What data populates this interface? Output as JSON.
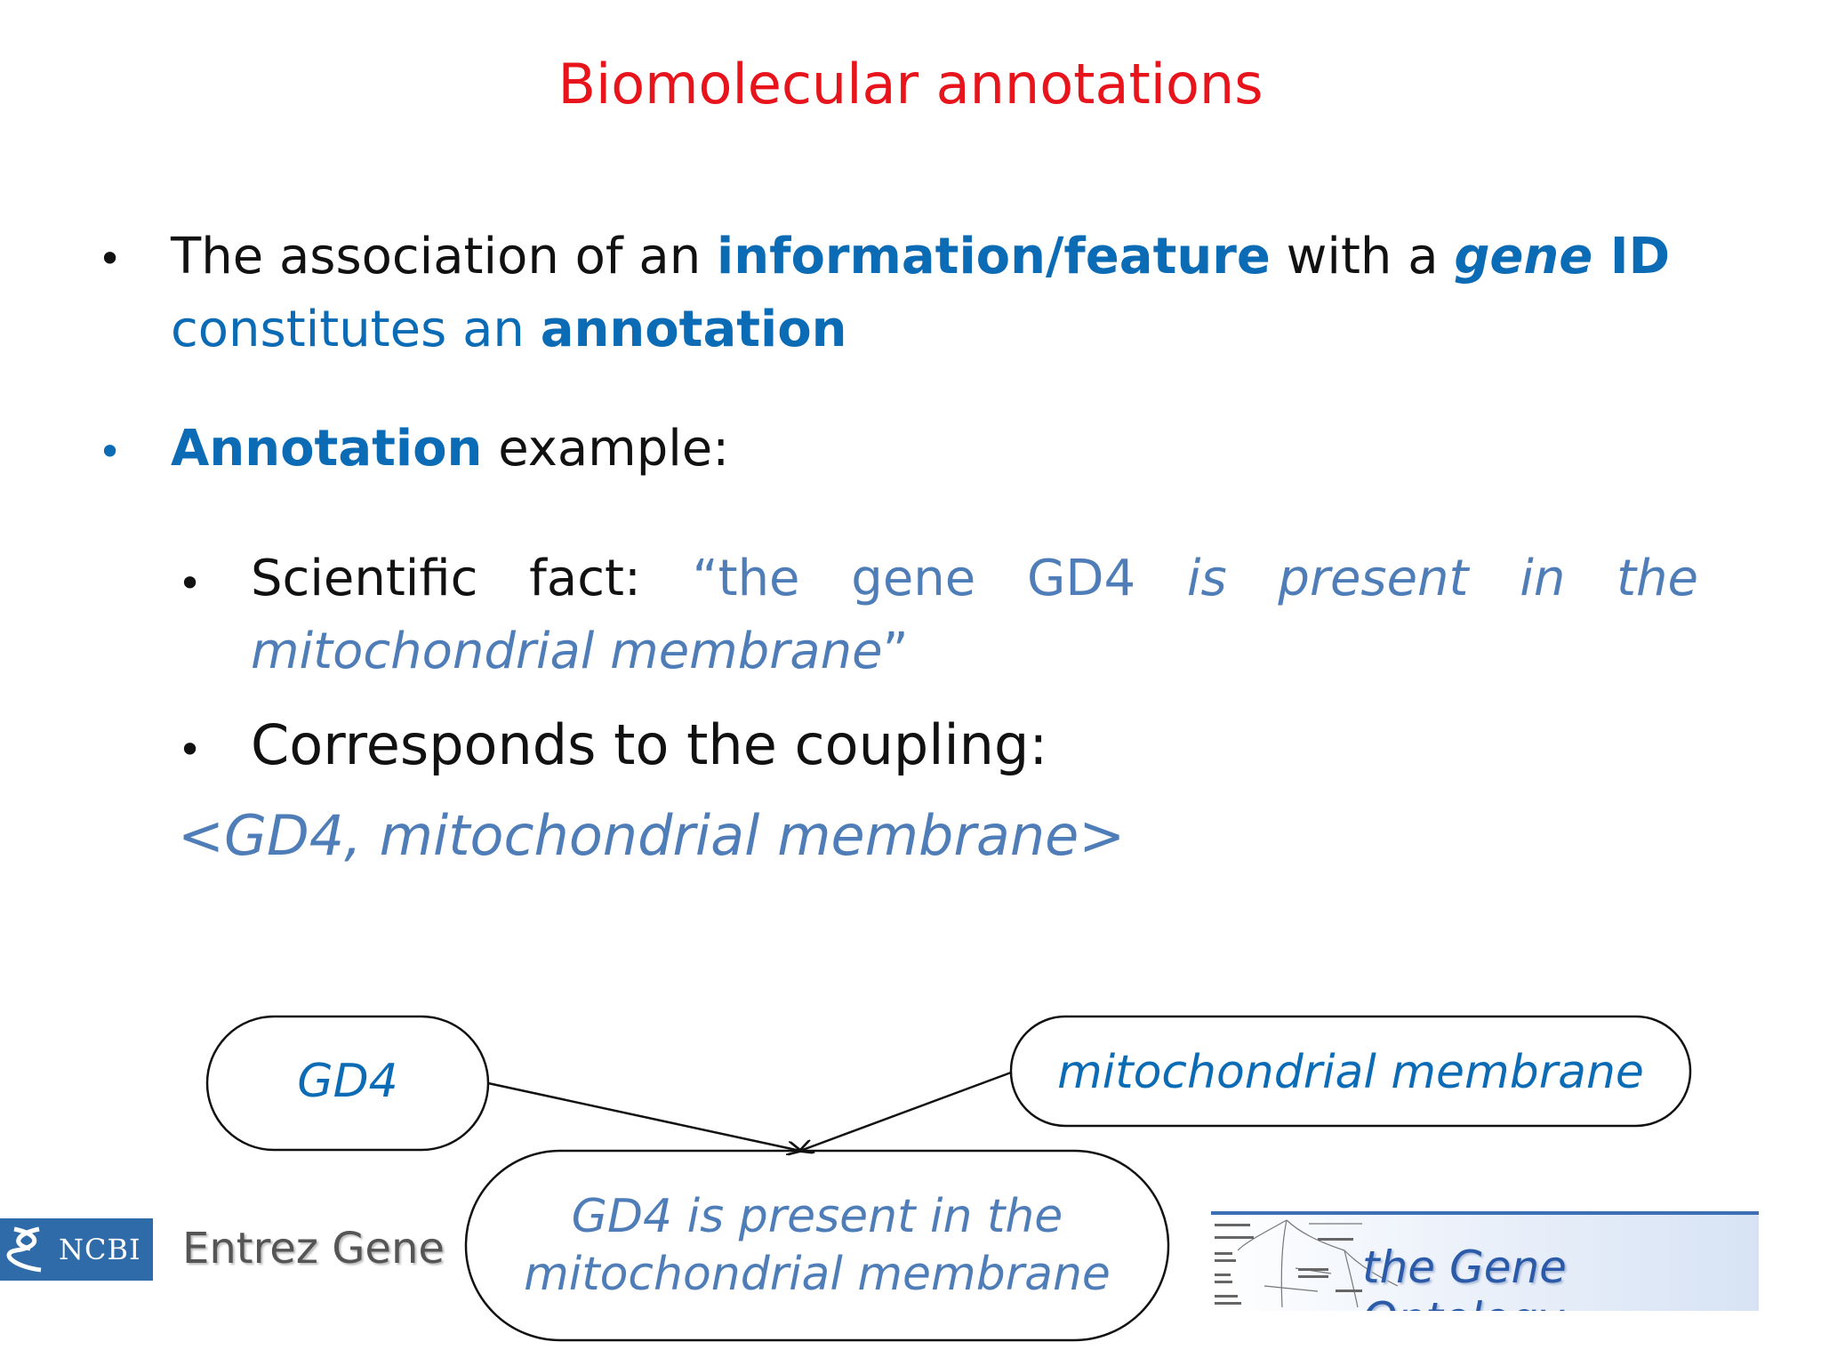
{
  "slide": {
    "title": "Biomolecular annotations",
    "bullets": {
      "b1": {
        "t1": "The association of an ",
        "t2": "information/feature",
        "t3": " with a ",
        "t4": "gene",
        "t5": " ID",
        "t6": "constitutes an ",
        "t7": "annotation"
      },
      "b2": {
        "t1": "Annotation",
        "t2": " example:"
      },
      "sub1": {
        "t1": "Scientific fact: ",
        "t2": "“the gene GD4 ",
        "t3": "is present in the mitochondrial membrane",
        "t4": "”"
      },
      "sub2": {
        "t1": "Corresponds to the coupling:"
      },
      "coupling": "<GD4, mitochondrial membrane>"
    },
    "diagram": {
      "node_gene": "GD4",
      "node_feature": "mitochondrial membrane",
      "node_annotation_line1": "GD4 is present in the",
      "node_annotation_line2": "mitochondrial membrane"
    },
    "logos": {
      "ncbi": "NCBI",
      "entrez": "Entrez Gene",
      "go": "the Gene Ontology"
    },
    "colors": {
      "title": "#e8141b",
      "accent_blue": "#0b6bb5",
      "quote_blue": "#4f7db8"
    }
  }
}
